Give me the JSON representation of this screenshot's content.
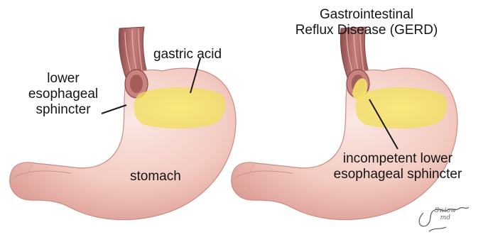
{
  "labels": {
    "gastric_acid": "gastric acid",
    "lower_sphincter": "lower\nesophageal\nsphincter",
    "stomach": "stomach",
    "gerd_title": "Gastrointestinal\nReflux Disease (GERD)",
    "incompetent_sphincter": "incompetent lower\nesophageal sphincter"
  },
  "signature": "Swiow\nmd",
  "colors": {
    "stomach_fill": "#f2c7be",
    "stomach_shade": "#d78f86",
    "esophagus": "#b86a68",
    "acid": "#f5e36a",
    "leader_line": "#1a1a1a"
  }
}
